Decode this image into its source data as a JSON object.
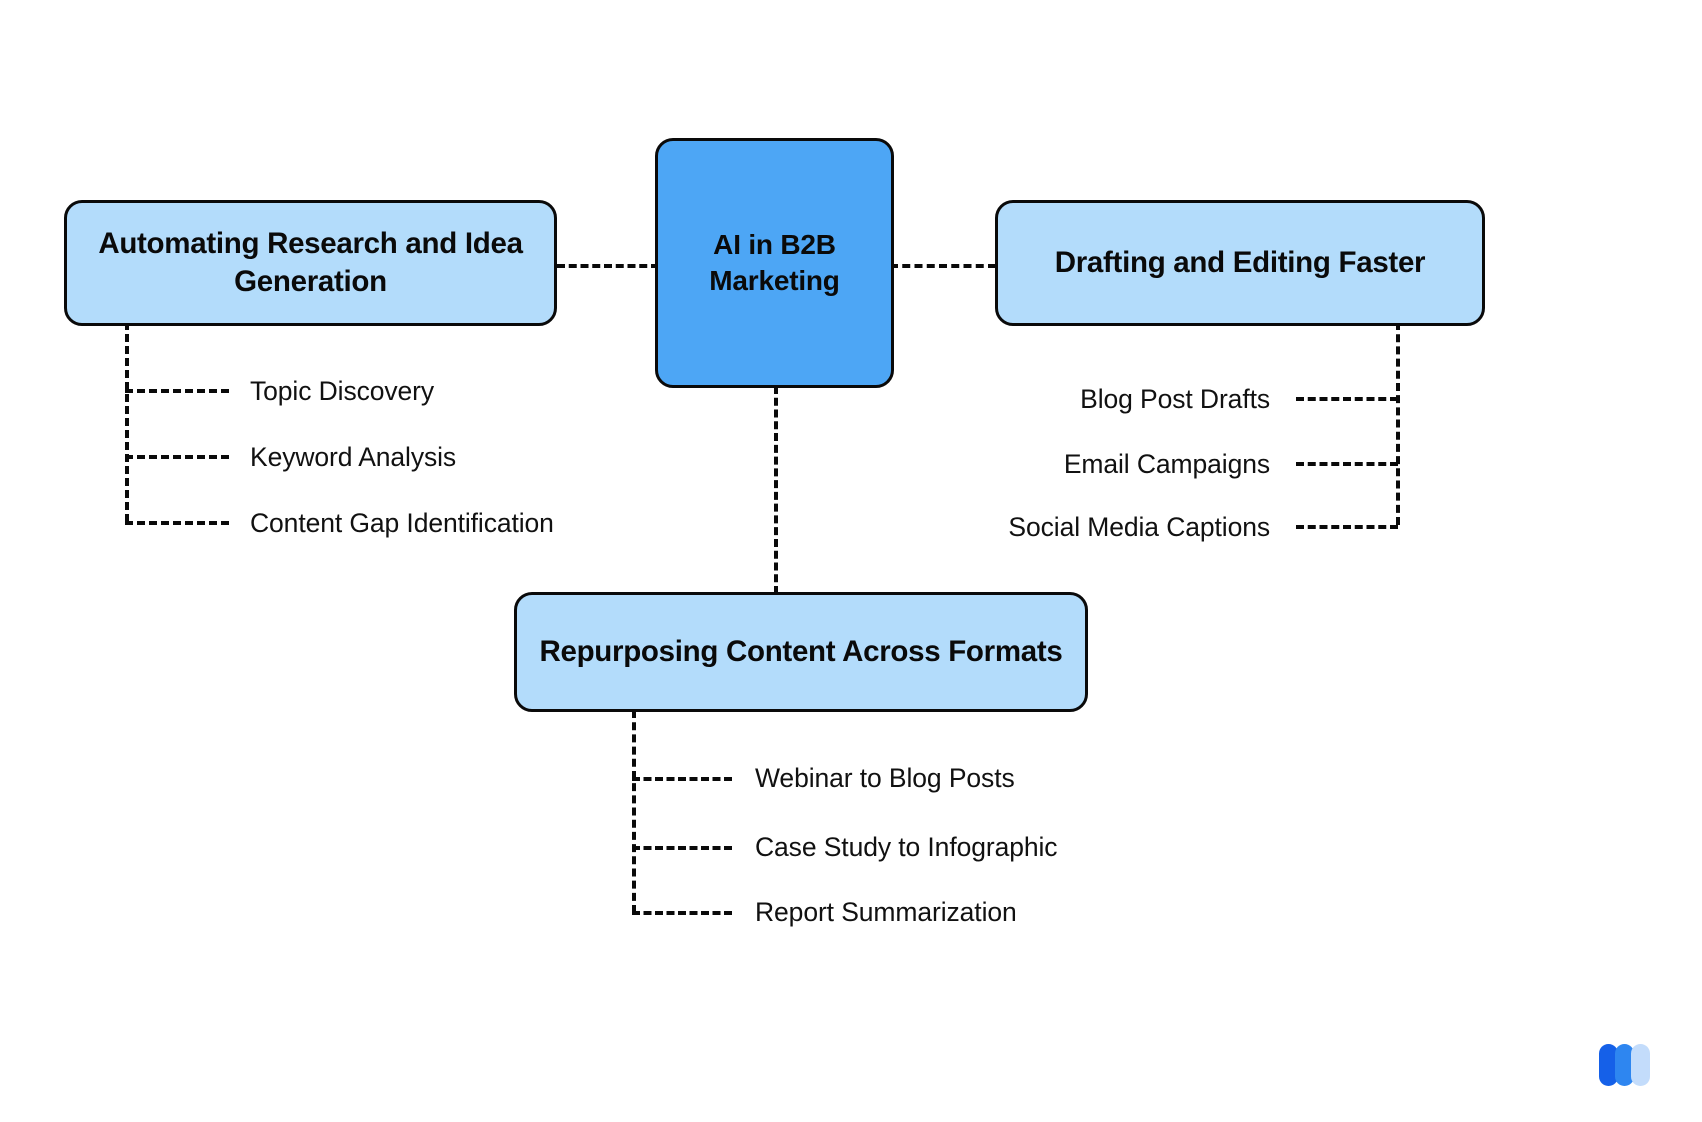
{
  "diagram": {
    "title": "AI in B2B Marketing",
    "type": "mind-map",
    "background_color": "#ffffff",
    "center_node": {
      "label": "AI in B2B Marketing",
      "fill": "#4da6f5",
      "stroke": "#0a0a0a"
    },
    "branch_fill": "#b3dcfb",
    "branch_stroke": "#0a0a0a",
    "connector_color": "#0a0a0a",
    "branches": [
      {
        "id": "left",
        "label": "Automating Research and Idea Generation",
        "children": [
          "Topic Discovery",
          "Keyword Analysis",
          "Content Gap Identification"
        ]
      },
      {
        "id": "right",
        "label": "Drafting and Editing Faster",
        "children": [
          "Blog Post Drafts",
          "Email Campaigns",
          "Social Media Captions"
        ]
      },
      {
        "id": "bottom",
        "label": "Repurposing Content Across Formats",
        "children": [
          "Webinar to Blog Posts",
          "Case Study to Infographic",
          "Report Summarization"
        ]
      }
    ],
    "logo": {
      "name": "w-logo",
      "colors": [
        "#1560e8",
        "#2e86f0",
        "#c3dcfb"
      ]
    }
  }
}
